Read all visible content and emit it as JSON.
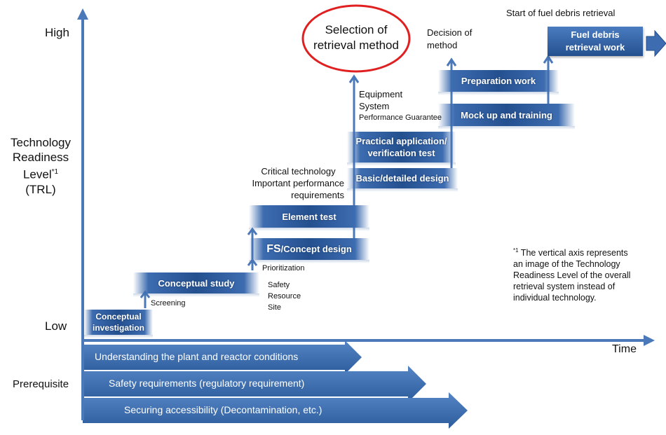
{
  "axis": {
    "high": "High",
    "low": "Low",
    "trl_lines": [
      "Technology",
      "Readiness",
      "Level",
      "(TRL)"
    ],
    "trl_sup": "*1",
    "time": "Time",
    "prerequisite": "Prerequisite"
  },
  "steps": {
    "conceptual_investigation": [
      "Conceptual",
      "investigation"
    ],
    "conceptual_study": "Conceptual study",
    "fs_prefix": "FS",
    "fs_rest": "/Concept design",
    "element_test": "Element test",
    "practical": [
      "Practical application/",
      "verification test"
    ],
    "basic_design": "Basic/detailed design",
    "preparation": "Preparation work",
    "mockup": "Mock up and training",
    "fuel_debris": [
      "Fuel debris",
      "retrieval work"
    ]
  },
  "labels": {
    "screening": "Screening",
    "prioritization": "Prioritization",
    "criteria": [
      "Safety",
      "Resource",
      "Site"
    ],
    "critical": [
      "Critical technology",
      "Important performance",
      "requirements"
    ],
    "equipment": [
      "Equipment",
      "System",
      "Performance Guarantee"
    ],
    "selection": [
      "Selection of",
      "retrieval method"
    ],
    "decision": [
      "Decision of",
      "method"
    ],
    "start": "Start of fuel debris retrieval"
  },
  "note": {
    "sup": "*1",
    "lines": [
      " The vertical axis represents",
      "an image of the Technology",
      "Readiness Level of the overall",
      "retrieval system instead of",
      "individual technology."
    ]
  },
  "prerequisites": [
    "Understanding the plant and reactor conditions",
    "Safety requirements (regulatory requirement)",
    "Securing accessibility (Decontamination, etc.)"
  ],
  "colors": {
    "blue": "#2f5f9f",
    "red": "#e02020"
  }
}
